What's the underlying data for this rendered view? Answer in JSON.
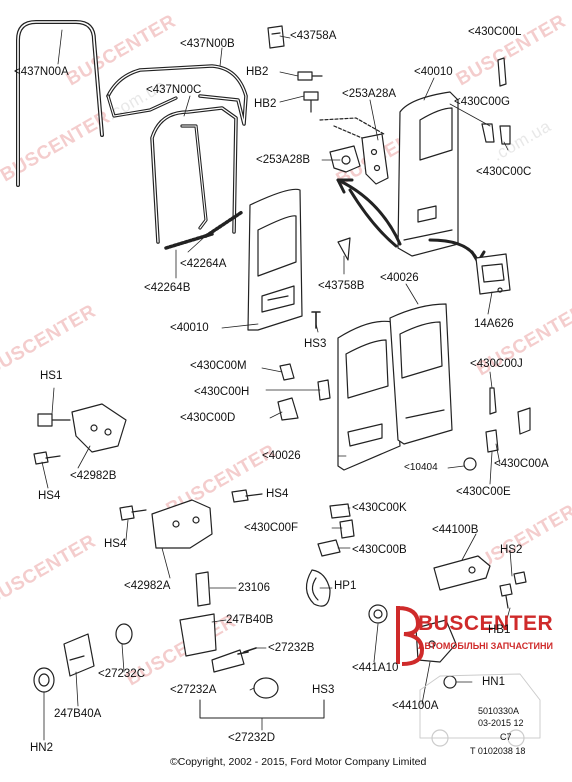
{
  "labels": {
    "l437N00A": "<437N00A",
    "l437N00B": "<437N00B",
    "l437N00C": "<437N00C",
    "l43758A": "<43758A",
    "l430C00L": "<430C00L",
    "lHB2a": "HB2",
    "lHB2b": "HB2",
    "l40010top": "<40010",
    "l253A28A": "<253A28A",
    "l430C00G": "<430C00G",
    "l253A28B": "<253A28B",
    "l430C00C": "<430C00C",
    "l42264A": "<42264A",
    "l42264B": "<42264B",
    "l43758B": "<43758B",
    "l40026top": "<40026",
    "l14A626": "14A626",
    "l40010left": "<40010",
    "lHS3top": "HS3",
    "l430C00M": "<430C00M",
    "l430C00J": "<430C00J",
    "lHS1": "HS1",
    "l430C00H": "<430C00H",
    "l430C00D": "<430C00D",
    "l40026mid": "<40026",
    "l10404": "<10404",
    "l430C00A": "<430C00A",
    "l42982Btop": "<42982B",
    "lHS4a": "HS4",
    "l430C00E": "<430C00E",
    "lHS4b": "HS4",
    "l430C00K": "<430C00K",
    "l430C00F": "<430C00F",
    "l44100B": "<44100B",
    "lHS4c": "HS4",
    "lHS2": "HS2",
    "l430C00B": "<430C00B",
    "l42982A": "<42982A",
    "l23106": "23106",
    "lHP1": "HP1",
    "l247B40B": "247B40B",
    "lHB1": "HB1",
    "l27232B": "<27232B",
    "l27232C": "<27232C",
    "l441A10": "<441A10",
    "l27232A": "<27232A",
    "lHS3bot": "HS3",
    "lHN1": "HN1",
    "l247B40A": "247B40A",
    "l44100A": "<44100A",
    "lHN2": "HN2",
    "l27232D": "<27232D"
  },
  "codes": {
    "c1": "5010330A",
    "c2": "03-2015 12",
    "c3": "C7",
    "c4": "T 0102038 18"
  },
  "copyright": "©Copyright, 2002 - 2015, Ford Motor Company Limited",
  "watermark": {
    "text": "BUSCENTER",
    "domain": ".com.ua",
    "color": "#d64a4a"
  },
  "logo": {
    "name": "BUSCENTER",
    "tagline": "АВТОМОБІЛЬНІ ЗАПЧАСТИНИ",
    "color": "#cf2a2a"
  }
}
